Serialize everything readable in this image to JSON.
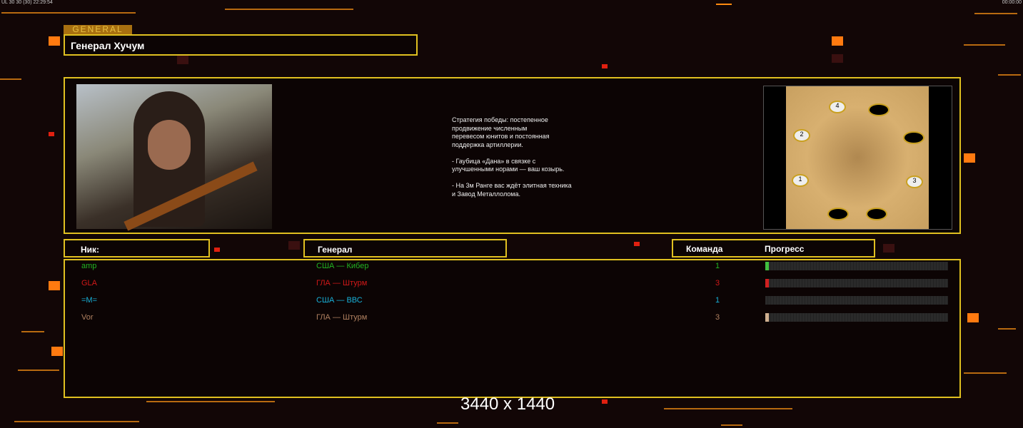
{
  "status_bar": {
    "left": "UL 30 30 (30) 22:29:54",
    "right": "00:00:00"
  },
  "general_tag": "GENERAL",
  "general_name": "Генерал Хучум",
  "description": [
    "Стратегия победы: постепенное",
    "продвижение численным",
    "перевесом юнитов и постоянная",
    "поддержка артиллерии.",
    "",
    "- Гаубица «Дана» в связке с",
    "улучшенными норами — ваш козырь.",
    "",
    "- На 3м Ранге вас ждёт элитная техника",
    "и Завод Металлолома."
  ],
  "map": {
    "slots": [
      "4",
      "2",
      "1",
      "3"
    ]
  },
  "table": {
    "headers": {
      "nick": "Ник:",
      "general": "Генерал",
      "team": "Команда",
      "progress": "Прогресс"
    },
    "rows": [
      {
        "nick": "amp",
        "general": "США — Кибер",
        "team": "1",
        "progress": 2,
        "color": "#22b422",
        "bar": "#40c040"
      },
      {
        "nick": "GLA",
        "general": "ГЛА — Штурм",
        "team": "3",
        "progress": 2,
        "color": "#d01818",
        "bar": "#d02020"
      },
      {
        "nick": "=M=",
        "general": "США — ВВС",
        "team": "1",
        "progress": 0,
        "color": "#18b0d8",
        "bar": "#18b0d8"
      },
      {
        "nick": "Vor",
        "general": "ГЛА — Штурм",
        "team": "3",
        "progress": 2,
        "color": "#b08060",
        "bar": "#d0b090"
      }
    ]
  },
  "resolution": "3440 x 1440"
}
